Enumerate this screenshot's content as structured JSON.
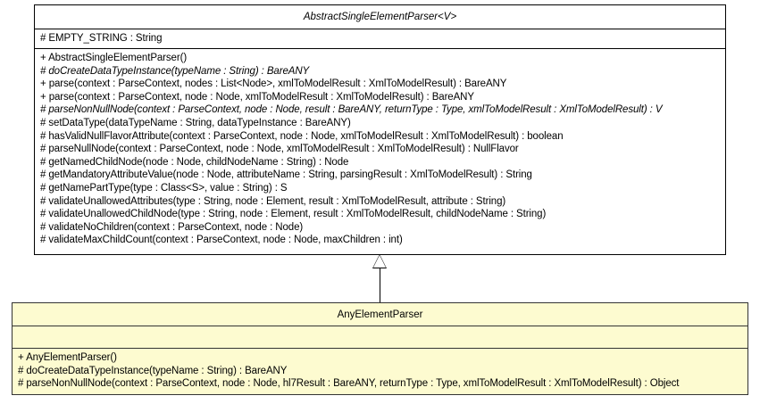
{
  "diagram": {
    "type": "uml-class-diagram",
    "classes": [
      {
        "id": "abstract-single-element-parser",
        "name": "AbstractSingleElementParser<V>",
        "abstract": true,
        "fill": "#ffffff",
        "attributes": [
          "# EMPTY_STRING : String"
        ],
        "operations": [
          {
            "text": "+ AbstractSingleElementParser()",
            "abstract": false
          },
          {
            "text": "# doCreateDataTypeInstance(typeName : String) : BareANY",
            "abstract": true
          },
          {
            "text": "+ parse(context : ParseContext, nodes : List<Node>, xmlToModelResult : XmlToModelResult) : BareANY",
            "abstract": false
          },
          {
            "text": "+ parse(context : ParseContext, node : Node, xmlToModelResult : XmlToModelResult) : BareANY",
            "abstract": false
          },
          {
            "text": "# parseNonNullNode(context : ParseContext, node : Node, result : BareANY, returnType : Type, xmlToModelResult : XmlToModelResult) : V",
            "abstract": true
          },
          {
            "text": "# setDataType(dataTypeName : String, dataTypeInstance : BareANY)",
            "abstract": false
          },
          {
            "text": "# hasValidNullFlavorAttribute(context : ParseContext, node : Node, xmlToModelResult : XmlToModelResult) : boolean",
            "abstract": false
          },
          {
            "text": "# parseNullNode(context : ParseContext, node : Node, xmlToModelResult : XmlToModelResult) : NullFlavor",
            "abstract": false
          },
          {
            "text": "# getNamedChildNode(node : Node, childNodeName : String) : Node",
            "abstract": false
          },
          {
            "text": "# getMandatoryAttributeValue(node : Node, attributeName : String, parsingResult : XmlToModelResult) : String",
            "abstract": false
          },
          {
            "text": "# getNamePartType(type : Class<S>, value : String) : S",
            "abstract": false
          },
          {
            "text": "# validateUnallowedAttributes(type : String, node : Element, result : XmlToModelResult, attribute : String)",
            "abstract": false
          },
          {
            "text": "# validateUnallowedChildNode(type : String, node : Element, result : XmlToModelResult, childNodeName : String)",
            "abstract": false
          },
          {
            "text": "# validateNoChildren(context : ParseContext, node : Node)",
            "abstract": false
          },
          {
            "text": "# validateMaxChildCount(context : ParseContext, node : Node, maxChildren : int)",
            "abstract": false
          }
        ]
      },
      {
        "id": "any-element-parser",
        "name": "AnyElementParser",
        "abstract": false,
        "fill": "#fdfbd0",
        "attributes": [],
        "operations": [
          {
            "text": "+ AnyElementParser()",
            "abstract": false
          },
          {
            "text": "# doCreateDataTypeInstance(typeName : String) : BareANY",
            "abstract": false
          },
          {
            "text": "# parseNonNullNode(context : ParseContext, node : Node, hl7Result : BareANY, returnType : Type, xmlToModelResult : XmlToModelResult) : Object",
            "abstract": false
          }
        ]
      }
    ],
    "relationships": [
      {
        "id": "generalization-any-to-abstract",
        "kind": "generalization",
        "from": "any-element-parser",
        "to": "abstract-single-element-parser"
      }
    ]
  }
}
